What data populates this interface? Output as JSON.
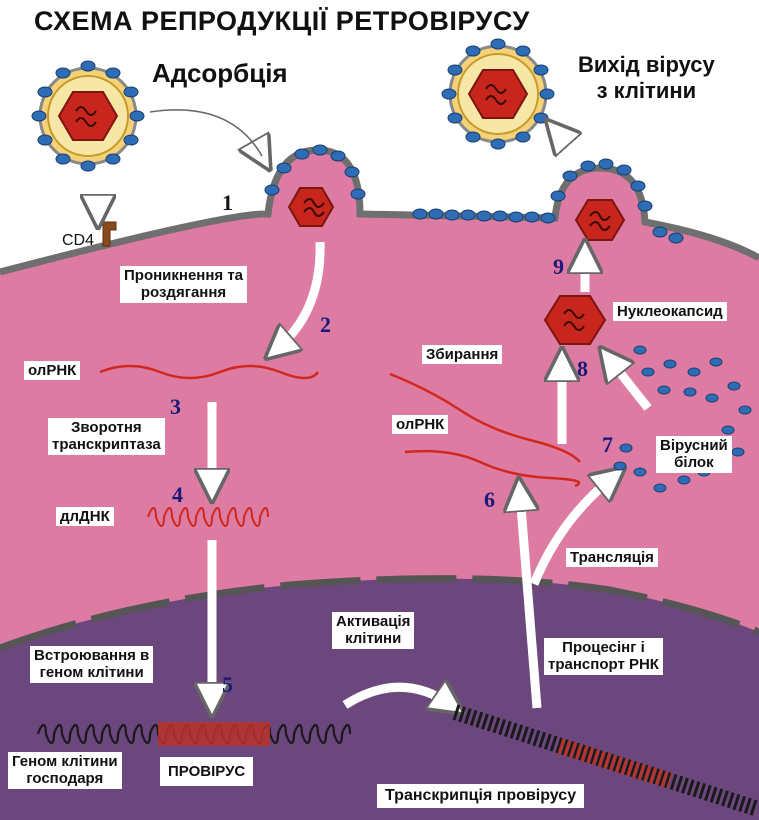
{
  "title": "СХЕМА  РЕПРОДУКЦІЇ  РЕТРОВІРУСУ",
  "stages": {
    "adsorption": "Адсорбція",
    "exit_line1": "Вихід вірусу",
    "exit_line2": "з клітини"
  },
  "labels": {
    "cd4": "CD4",
    "penetration_line1": "Проникнення та",
    "penetration_line2": "роздягання",
    "olrnk_left": "олРНК",
    "reverse_line1": "Зворотня",
    "reverse_line2": "транскриптаза",
    "dldnk": "длДНК",
    "integration_line1": "Встроювання в",
    "integration_line2": "геном клітини",
    "host_genome_line1": "Геном клітини",
    "host_genome_line2": "господаря",
    "provirus": "ПРОВІРУС",
    "activation_line1": "Активація",
    "activation_line2": "клітини",
    "processing_line1": "Процесінг і",
    "processing_line2": "транспорт  РНК",
    "transcription": "Транскрипція  провірусу",
    "translation": "Трансляція",
    "assembly": "Збирання",
    "olrnk_right": "олРНК",
    "nucleocapsid": "Нуклеокапсид",
    "viral_protein_line1": "Вірусний",
    "viral_protein_line2": "білок"
  },
  "steps": [
    "1",
    "2",
    "3",
    "4",
    "5",
    "6",
    "7",
    "8",
    "9"
  ],
  "colors": {
    "cytoplasm": "#dd7ba3",
    "nucleus": "#6b477d",
    "membrane": "#6f6f6f",
    "envelope_protein": "#2e6db5",
    "capsid": "#c8261c",
    "rna": "#d0281e",
    "dna_host": "#1a1a1a"
  }
}
